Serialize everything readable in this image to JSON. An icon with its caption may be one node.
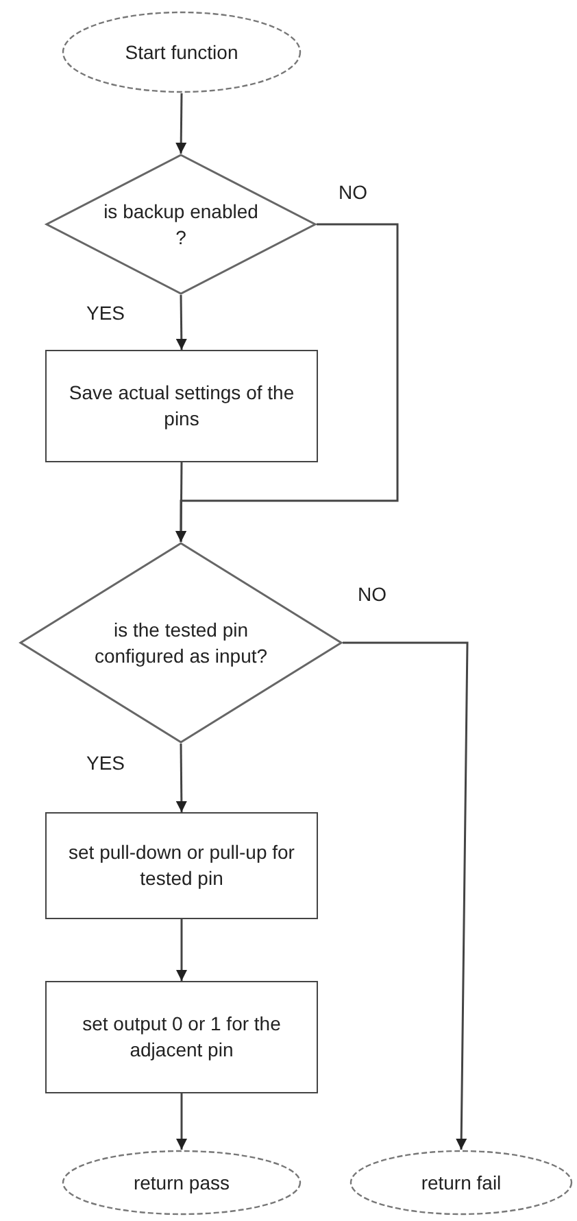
{
  "diagram": {
    "nodes": [
      {
        "text": [
          "Start function"
        ]
      },
      {
        "text": [
          "is backup enabled ?"
        ]
      },
      {
        "text": [
          "Save actual settings of the pins"
        ]
      },
      {
        "text": [
          "is the tested pin configured as input?"
        ]
      },
      {
        "text": [
          "set pull-down or pull-up for tested pin"
        ]
      },
      {
        "text": [
          "set output 0 or 1 for the adjacent pin"
        ]
      },
      {
        "text": [
          "return pass"
        ]
      },
      {
        "text": [
          "return fail"
        ]
      }
    ],
    "edges": [
      {
        "from": 0,
        "to": 1,
        "arrow": "to"
      },
      {
        "from": 1,
        "to": 2,
        "arrow": "to",
        "label": "YES"
      },
      {
        "from": 1,
        "to": 3,
        "arrow": "to",
        "label": "NO"
      },
      {
        "from": 2,
        "to": 3,
        "arrow": "to"
      },
      {
        "from": 3,
        "to": 4,
        "arrow": "to",
        "label": "YES"
      },
      {
        "from": 3,
        "to": 7,
        "arrow": "to",
        "label": "NO"
      },
      {
        "from": 4,
        "to": 5,
        "arrow": "to"
      },
      {
        "from": 5,
        "to": 6,
        "arrow": "to"
      }
    ]
  }
}
